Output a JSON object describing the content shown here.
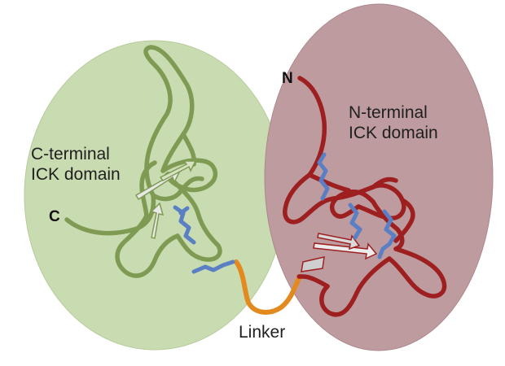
{
  "labels": {
    "c_domain_line1": "C-terminal",
    "c_domain_line2": "ICK domain",
    "n_domain_line1": "N-terminal",
    "n_domain_line2": "ICK domain",
    "linker": "Linker",
    "n_terminus": "N",
    "c_terminus": "C"
  },
  "colors": {
    "c_domain_fill": "#c9dcb1",
    "n_domain_fill": "#bd9b9f",
    "c_chain": "#7f9b53",
    "n_chain": "#9e1f1f",
    "linker_chain": "#e38a1e",
    "disulfide": "#5a7fc4",
    "beta_strand": "#e8e8e8"
  }
}
